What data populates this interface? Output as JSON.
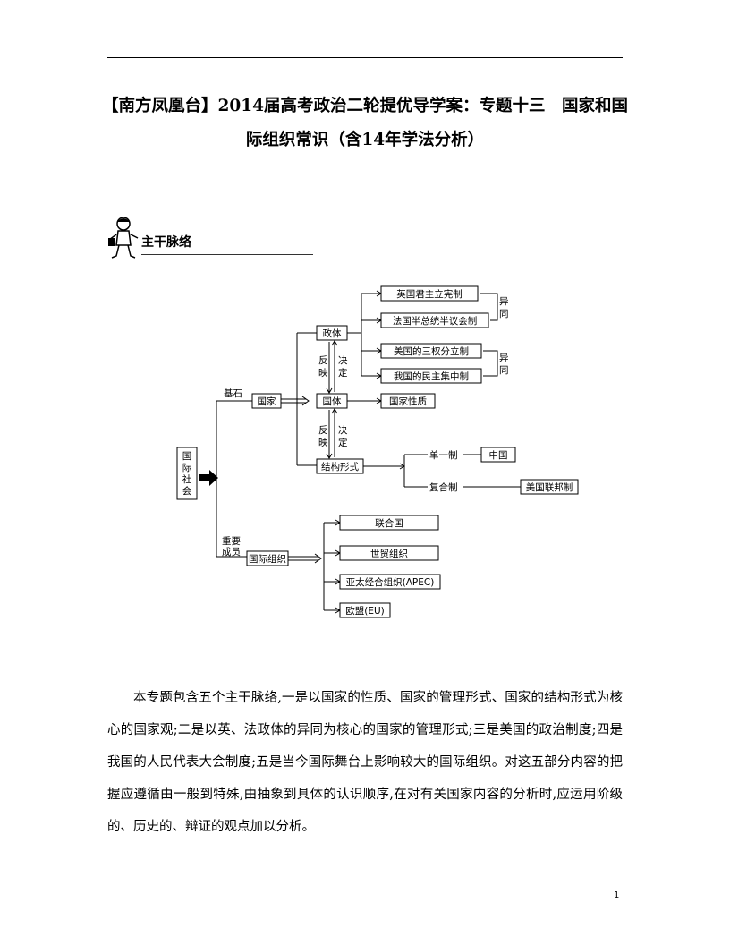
{
  "header": {
    "title": "【南方凤凰台】2014届高考政治二轮提优导学案：专题十三　国家和国际组织常识（含14年学法分析）"
  },
  "section": {
    "label": "主干脉络"
  },
  "diagram": {
    "root": "国际社会",
    "branch_top_label": "基石",
    "branch_bottom_label": "重要成员",
    "state": "国家",
    "zhengti": "政体",
    "guoti": "国体",
    "jiegou": "结构形式",
    "reflect1": "反映",
    "decide1": "决定",
    "reflect2": "反映",
    "decide2": "决定",
    "zhengti_items": [
      "英国君主立宪制",
      "法国半总统半议会制",
      "美国的三权分立制",
      "我国的民主集中制"
    ],
    "yitong": "异同",
    "guoti_item": "国家性质",
    "danyi": "单一制",
    "danyi_example": "中国",
    "fuhe": "复合制",
    "fuhe_example": "美国联邦制",
    "intl_org": "国际组织",
    "orgs": [
      "联合国",
      "世贸组织",
      "亚太经合组织(APEC)",
      "欧盟(EU)"
    ]
  },
  "body_text": "本专题包含五个主干脉络,一是以国家的性质、国家的管理形式、国家的结构形式为核心的国家观;二是以英、法政体的异同为核心的国家的管理形式;三是美国的政治制度;四是我国的人民代表大会制度;五是当今国际舞台上影响较大的国际组织。对这五部分内容的把握应遵循由一般到特殊,由抽象到具体的认识顺序,在对有关国家内容的分析时,应运用阶级的、历史的、辩证的观点加以分析。",
  "page_number": "1"
}
